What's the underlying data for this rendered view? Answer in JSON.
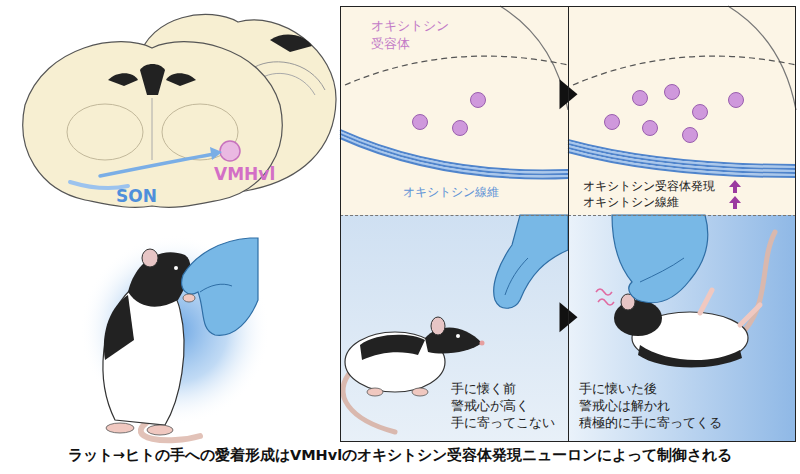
{
  "diagram": {
    "caption": "ラット→ヒトの手への愛着形成はVMHvlのオキシトシン受容体発現ニューロンによって制御される",
    "nodes": [
      {
        "text": [
          "オキシトシン 受容体",
          "オキシトシン線維"
        ]
      },
      {
        "text": [
          "オキシトシン受容体発現",
          "オキシトシン線維"
        ]
      },
      {
        "text": [
          "手に懐く前 警戒心が高く 手に寄ってこない"
        ]
      },
      {
        "text": [
          "手に懐いた後 警戒心は解かれ 積極的に手に寄ってくる"
        ]
      }
    ],
    "edges": [
      {
        "from": 0,
        "to": 1,
        "arrow": "to"
      },
      {
        "from": 2,
        "to": 3,
        "arrow": "to"
      }
    ],
    "labels": [
      "SON",
      "VMHvl"
    ]
  }
}
